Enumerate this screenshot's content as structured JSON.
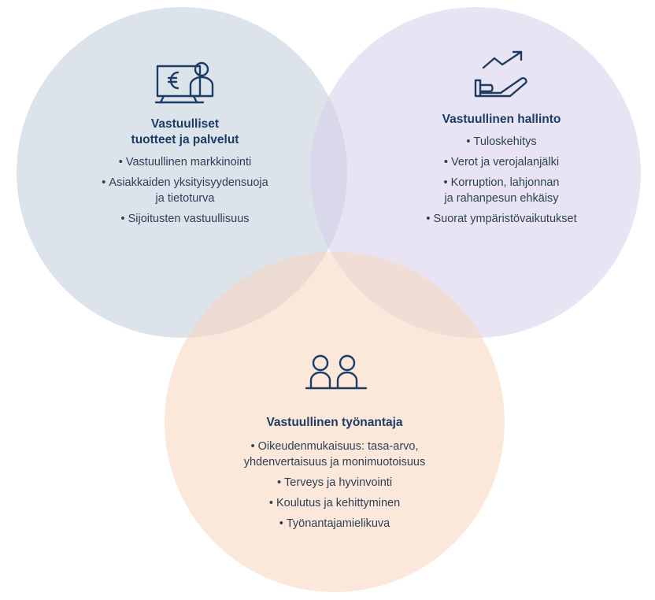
{
  "colors": {
    "circle_products": "#dbe2ea",
    "circle_governance": "#e6e1f1",
    "circle_employer": "#fbe6d6",
    "icon_stroke": "#1c3c64",
    "title": "#1c3c64",
    "text": "#2d3f55"
  },
  "products": {
    "icon": "monitor-euro-person-icon",
    "title_lines": [
      "Vastuulliset",
      "tuotteet ja palvelut"
    ],
    "items": [
      [
        "Vastuullinen markkinointi"
      ],
      [
        "Asiakkaiden yksityisyydensuoja",
        "ja tietoturva"
      ],
      [
        "Sijoitusten vastuullisuus"
      ]
    ]
  },
  "governance": {
    "icon": "hand-growth-arrow-icon",
    "title": "Vastuullinen hallinto",
    "items": [
      [
        "Tuloskehitys"
      ],
      [
        "Verot ja verojalanjälki"
      ],
      [
        "Korruption, lahjonnan",
        "ja rahanpesun ehkäisy"
      ],
      [
        "Suorat ympäristövaikutukset"
      ]
    ]
  },
  "employer": {
    "icon": "two-people-icon",
    "title": "Vastuullinen työnantaja",
    "items": [
      [
        "Oikeudenmukaisuus: tasa-arvo,",
        "yhdenvertaisuus ja monimuotoisuus"
      ],
      [
        "Terveys ja hyvinvointi"
      ],
      [
        "Koulutus ja kehittyminen"
      ],
      [
        "Työnantajamielikuva"
      ]
    ]
  }
}
